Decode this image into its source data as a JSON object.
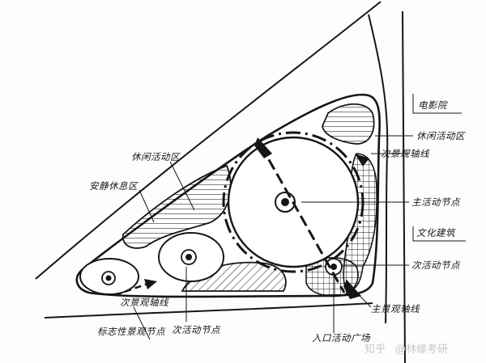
{
  "labels": {
    "cinema": "电影院",
    "leisure_zone_right": "休闲活动区",
    "secondary_axis_right": "次景观轴线",
    "main_node": "主活动节点",
    "culture_building": "文化建筑",
    "secondary_node_right": "次活动节点",
    "main_axis": "主景观轴线",
    "entrance_plaza": "入口活动广场",
    "leisure_zone_left": "休闲活动区",
    "quiet_rest_zone": "安静休息区",
    "secondary_axis_left": "次景观轴线",
    "landmark_node": "标志性景观节点",
    "secondary_node_bottom": "次活动节点"
  },
  "watermark": {
    "platform": "知乎",
    "author": "@林缘考研"
  },
  "colors": {
    "ink": "#161616",
    "paper": "#fdfdfd",
    "watermark": "#c8c8c8"
  }
}
